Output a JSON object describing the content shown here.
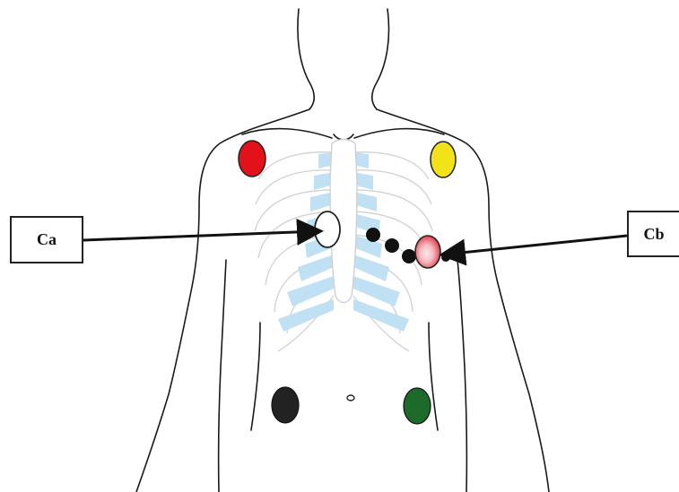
{
  "labels": {
    "ca": "Ca",
    "cb": "Cb"
  },
  "colors": {
    "outline": "#1a1a1a",
    "ribs": "#d8d8d8",
    "cartilage": "#bde0f3",
    "electrode_right_arm": "#e2111a",
    "electrode_left_arm": "#f2e21a",
    "electrode_right_leg": "#222222",
    "electrode_left_leg": "#1d6b2a",
    "electrode_precordial": "#111111",
    "electrode_cb_gradient": [
      "#ffffff",
      "#e0323a"
    ]
  },
  "icons": [
    "torso-outline",
    "rib-cage",
    "electrode-dot",
    "arrow"
  ]
}
